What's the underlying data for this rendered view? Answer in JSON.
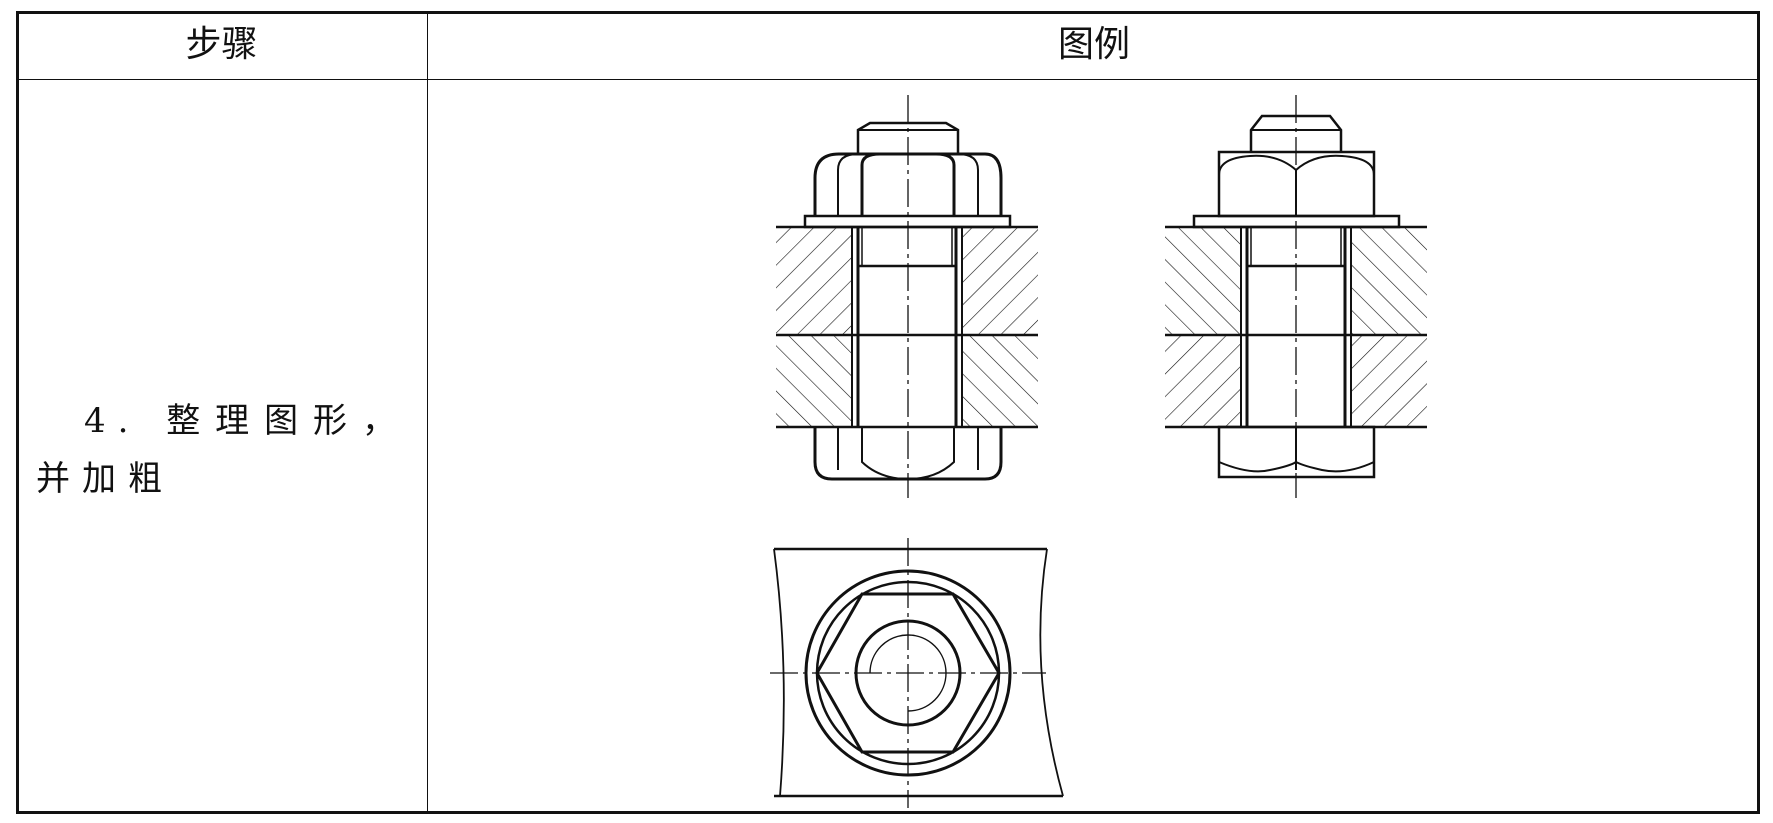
{
  "table": {
    "headers": {
      "step": "步骤",
      "figure": "图例"
    },
    "rows": [
      {
        "step_text": "4. 整理图形，并加粗"
      }
    ]
  }
}
